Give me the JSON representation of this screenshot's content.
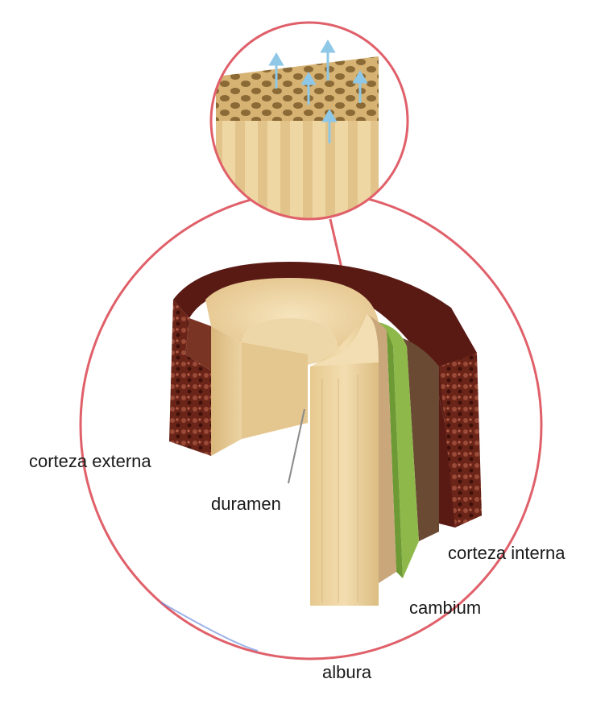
{
  "labels": {
    "corteza_externa": "corteza externa",
    "duramen": "duramen",
    "corteza_interna": "corteza interna",
    "cambium": "cambium",
    "albura": "albura"
  },
  "colors": {
    "outline": "#e0606a",
    "bark_dark": "#5a1a14",
    "bark_mid": "#7a3424",
    "heartwood": "#e9d0a0",
    "sapwood": "#f1dcae",
    "cambium": "#8fb84a",
    "inner_bark": "#7d5a40",
    "arrow": "#8ec8e6"
  }
}
